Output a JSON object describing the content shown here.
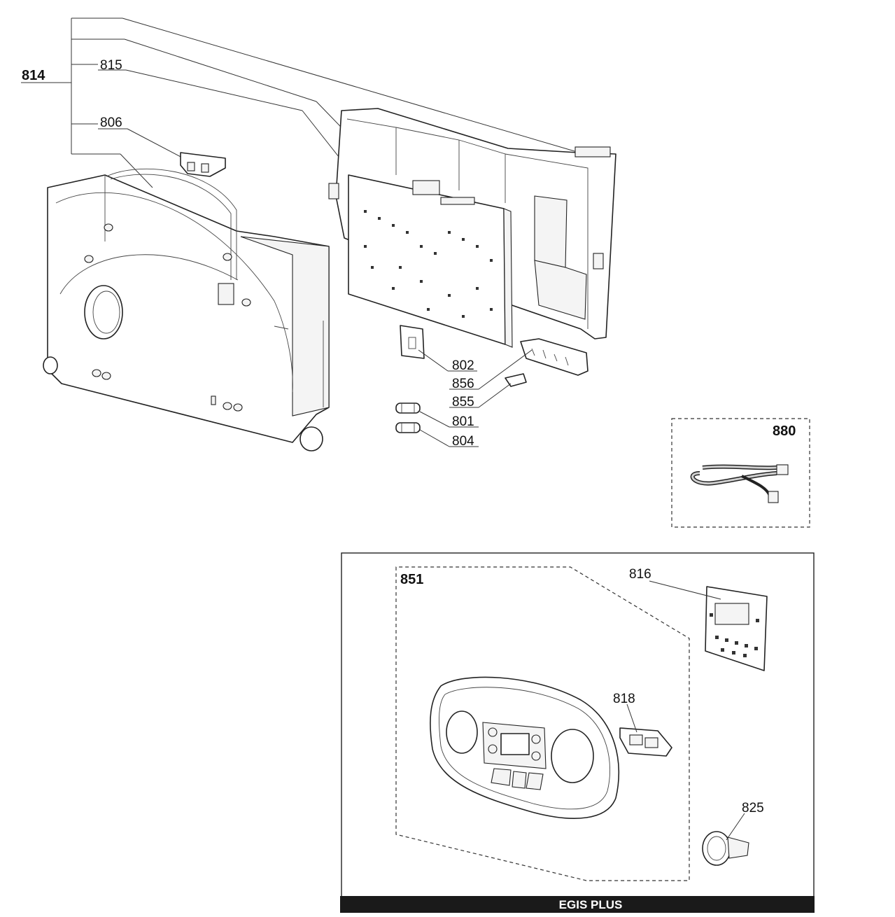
{
  "labels": {
    "l814": "814",
    "l815": "815",
    "l806": "806",
    "l802": "802",
    "l856": "856",
    "l855": "855",
    "l801": "801",
    "l804": "804",
    "l880": "880",
    "l851": "851",
    "l816": "816",
    "l818": "818",
    "l825": "825"
  },
  "banner": {
    "title": "EGIS PLUS"
  },
  "icons": [
    "electronics-box-cover",
    "front-case",
    "control-pcb",
    "fuse",
    "cable-harness",
    "control-panel",
    "display-pcb",
    "button-keypad",
    "pressure-gauge"
  ]
}
